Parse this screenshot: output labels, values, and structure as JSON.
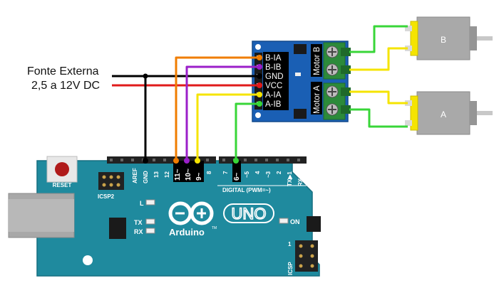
{
  "power": {
    "line1": "Fonte Externa",
    "line2": "2,5 a 12V DC"
  },
  "driver": {
    "pins": [
      "B-IA",
      "B-IB",
      "GND",
      "VCC",
      "A-IA",
      "A-IB"
    ],
    "motor_b_label": "Motor B",
    "motor_a_label": "Motor A"
  },
  "motors": {
    "b": "B",
    "a": "A"
  },
  "arduino": {
    "reset_label": "RESET",
    "icsp2_label": "ICSP2",
    "icsp_label": "ICSP",
    "icsp_pin1": "1",
    "aref": "AREF",
    "gnd": "GND",
    "p13": "13",
    "p12": "12",
    "p11": "11~",
    "p10": "10~",
    "p9": "9~",
    "p8": "8",
    "p7": "7",
    "p6": "6~",
    "p5": "~5",
    "p4": "4",
    "p3": "~3",
    "p2": "2",
    "tx_pin": "TX▶1",
    "rx_pin": "RX◀0",
    "digital_label": "DIGITAL (PWM=~)",
    "led_l": "L",
    "led_tx": "TX",
    "led_rx": "RX",
    "led_on": "ON",
    "uno_label": "UNO",
    "brand": "Arduino",
    "tm": "TM"
  },
  "colors": {
    "board": "#1f8a9e",
    "board_dark": "#176f80",
    "driver": "#1a5fb4",
    "terminal": "#2c8a3a",
    "wire_black": "#000000",
    "wire_red": "#e01b1b",
    "wire_orange": "#f07d00",
    "wire_purple": "#9b1fc9",
    "wire_yellow": "#f5e400",
    "wire_green": "#38d638",
    "motor": "#a9a9a9"
  }
}
